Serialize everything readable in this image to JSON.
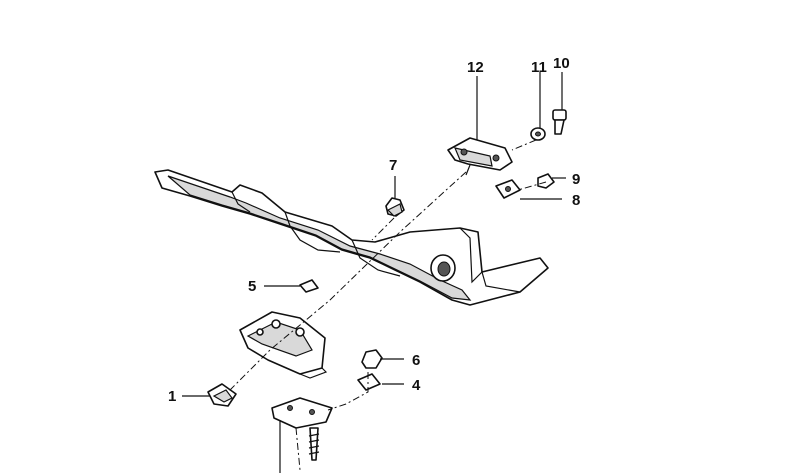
{
  "callouts": [
    {
      "id": "c1",
      "label": "1"
    },
    {
      "id": "c4",
      "label": "4"
    },
    {
      "id": "c5",
      "label": "5"
    },
    {
      "id": "c6",
      "label": "6"
    },
    {
      "id": "c7",
      "label": "7"
    },
    {
      "id": "c8",
      "label": "8"
    },
    {
      "id": "c9",
      "label": "9"
    },
    {
      "id": "c10",
      "label": "10"
    },
    {
      "id": "c11",
      "label": "11"
    },
    {
      "id": "c12",
      "label": "12"
    }
  ]
}
